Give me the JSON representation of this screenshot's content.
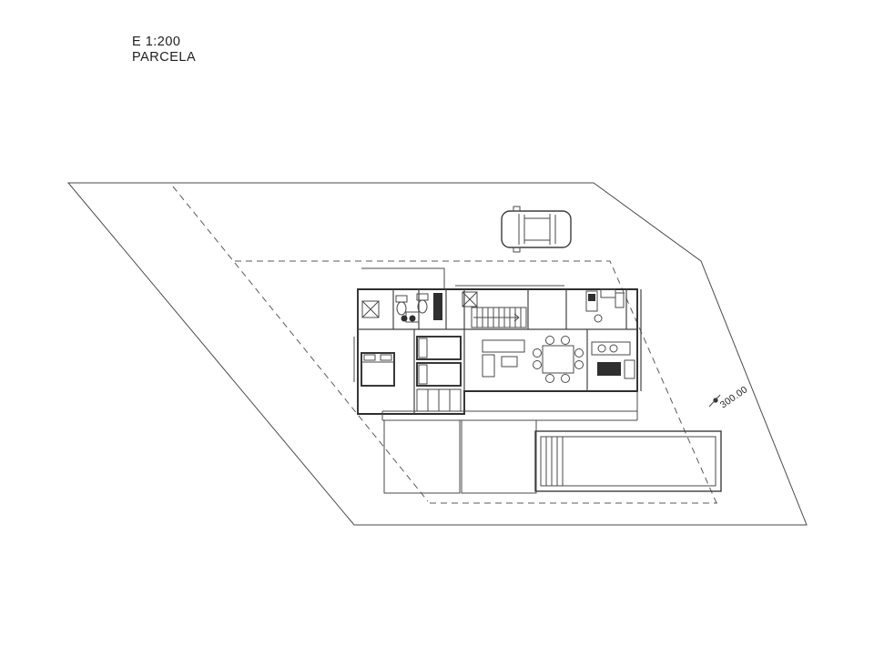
{
  "header": {
    "scale_label": "E 1:200",
    "parcel_label": "PARCELA"
  },
  "site_plan": {
    "dimension_label": "300.00"
  },
  "colors": {
    "background": "#ffffff",
    "line": "#4a4a4a",
    "wall": "#2e2e2e",
    "text": "#1f1f1f"
  }
}
